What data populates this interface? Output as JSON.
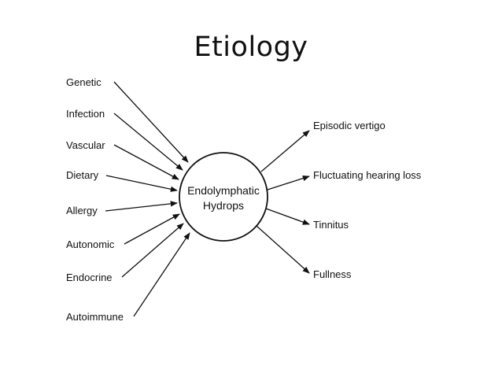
{
  "slide": {
    "title": "Etiology"
  },
  "diagram": {
    "center": {
      "line1": "Endolymphatic",
      "line2": "Hydrops"
    },
    "causes": [
      {
        "label": "Genetic"
      },
      {
        "label": "Infection"
      },
      {
        "label": "Vascular"
      },
      {
        "label": "Dietary"
      },
      {
        "label": "Allergy"
      },
      {
        "label": "Autonomic"
      },
      {
        "label": "Endocrine"
      },
      {
        "label": "Autoimmune"
      }
    ],
    "effects": [
      {
        "label": "Episodic vertigo"
      },
      {
        "label": "Fluctuating hearing loss"
      },
      {
        "label": "Tinnitus"
      },
      {
        "label": "Fullness"
      }
    ],
    "colors": {
      "ink": "#111111",
      "background": "#ffffff"
    }
  }
}
